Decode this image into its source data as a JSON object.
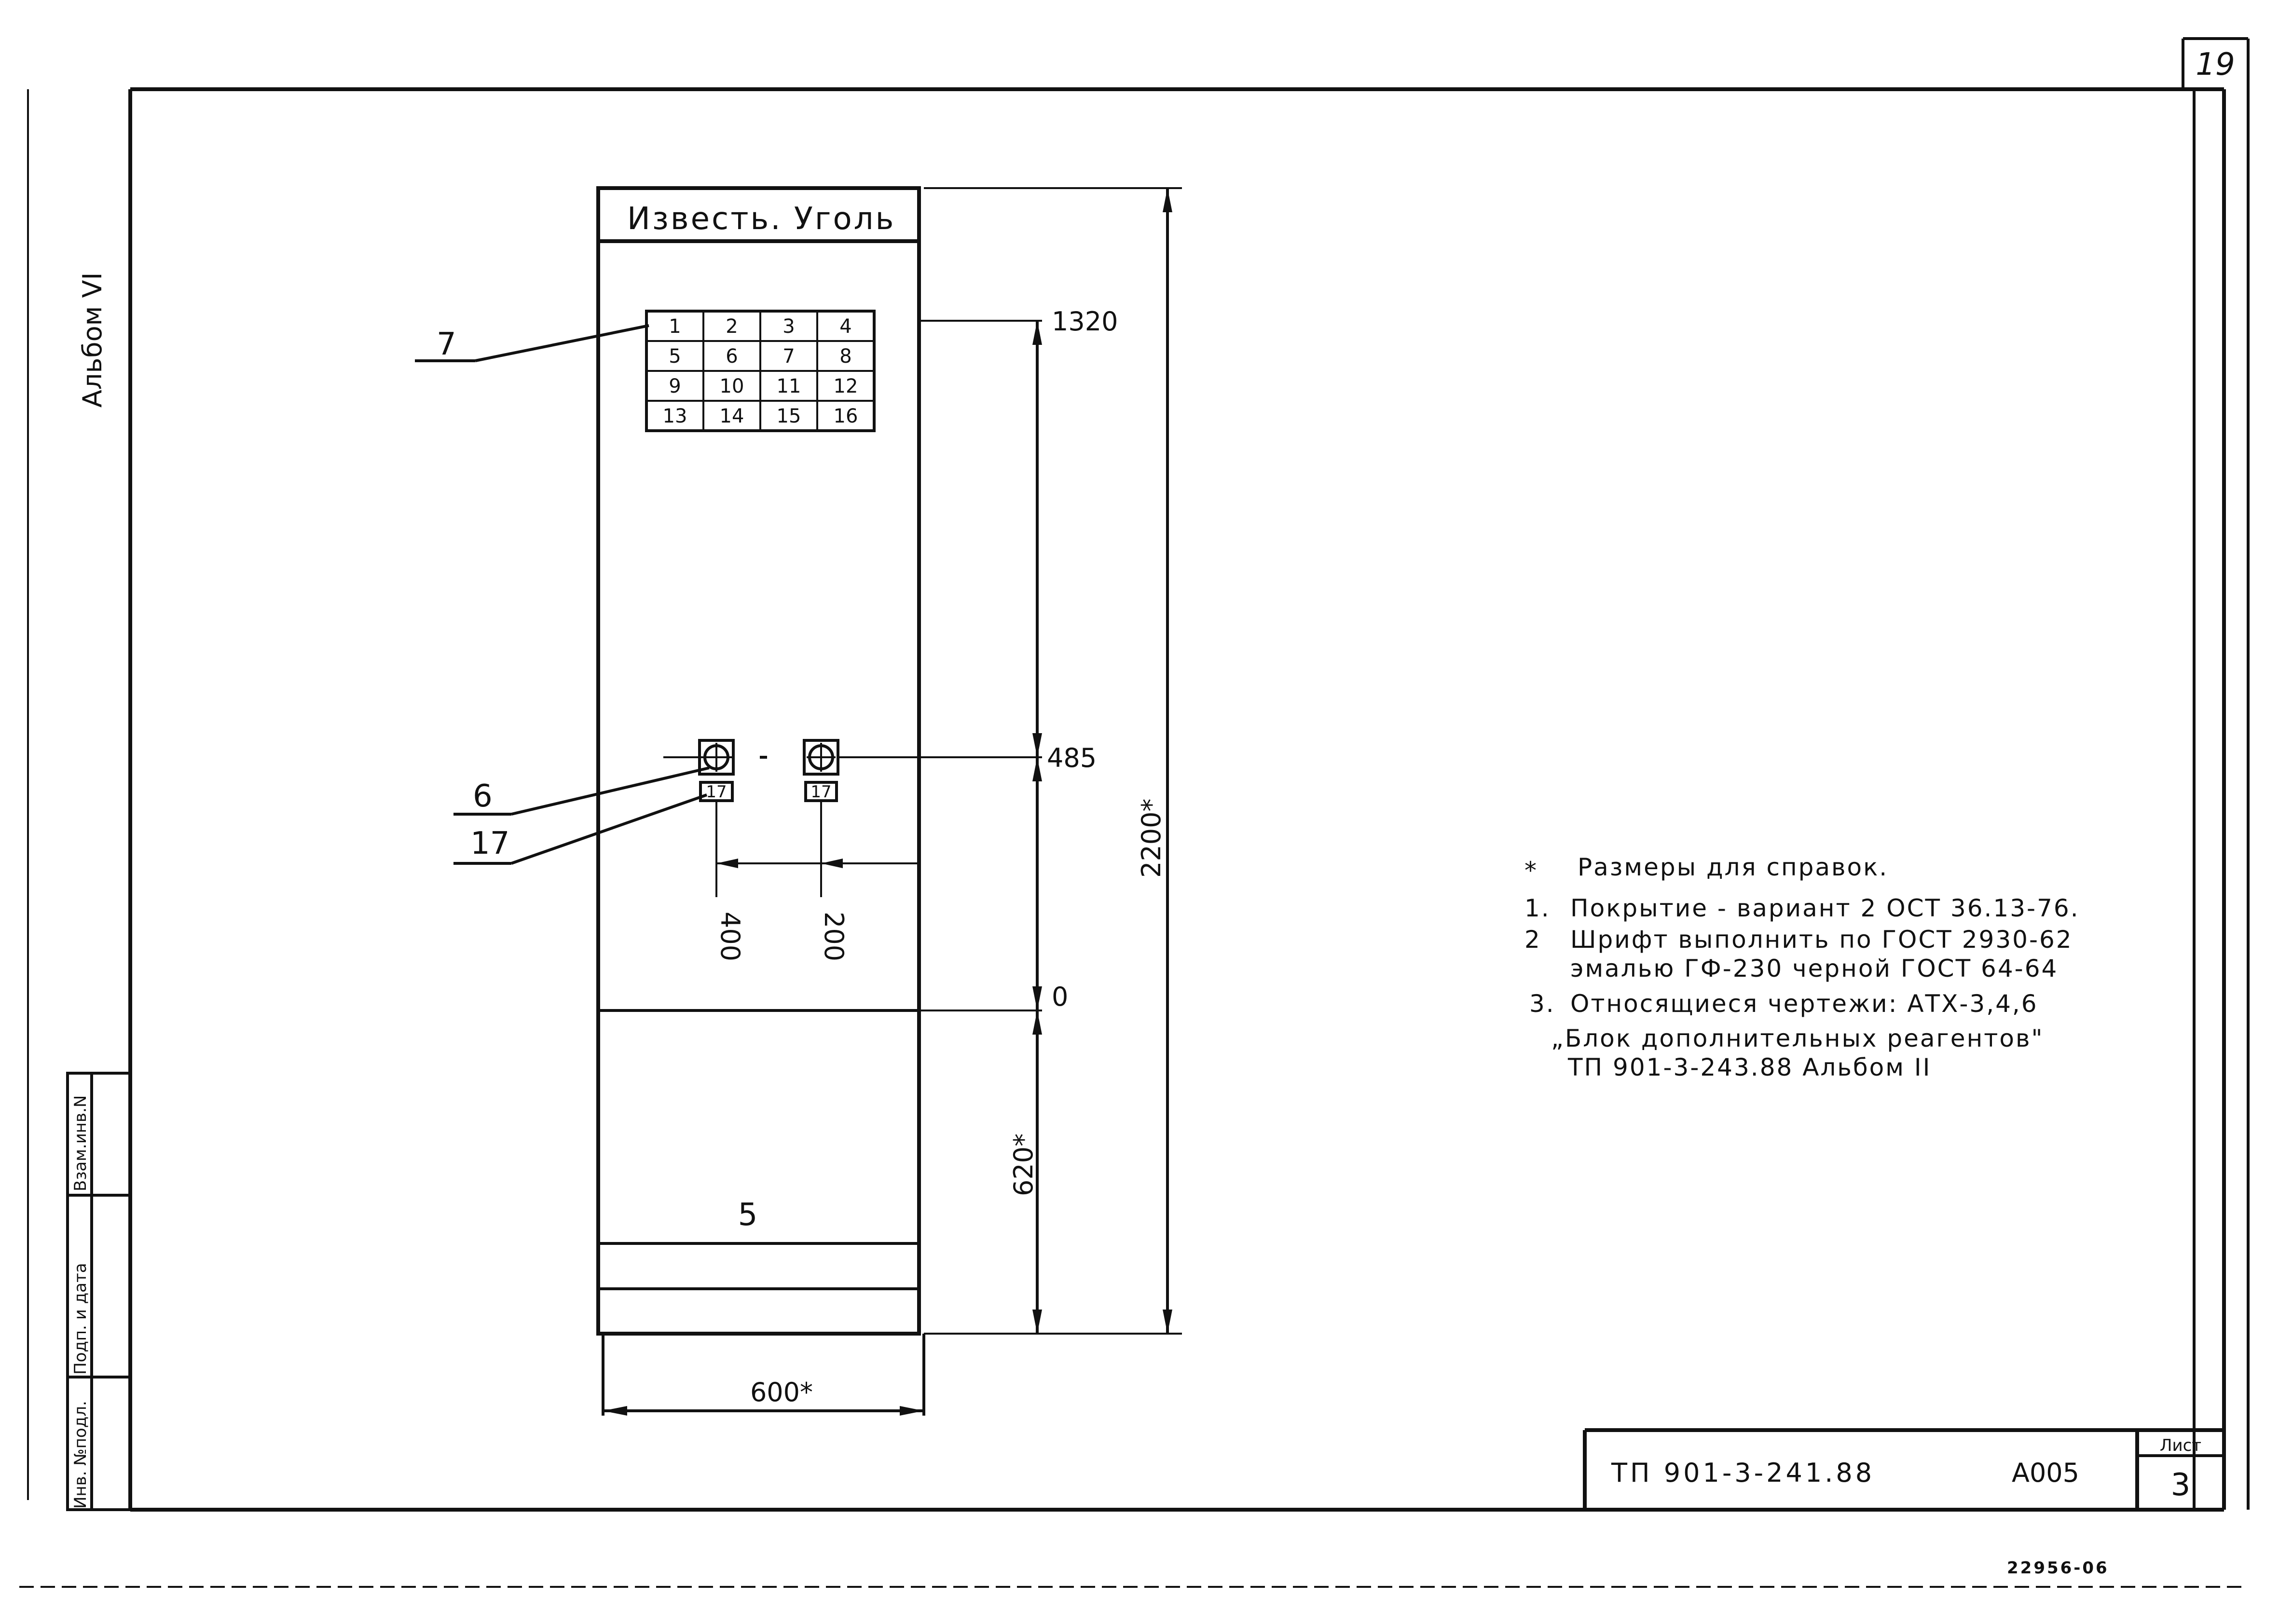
{
  "sheet": {
    "page_number": "19",
    "album_label": "Альбом VI",
    "bottom_code": "22956-06"
  },
  "side_stamp": {
    "col1": "Инв. №подл.",
    "col2": "Подп. и дата",
    "col3": "Взам.инв.N"
  },
  "panel": {
    "header": "Известь. Уголь",
    "grid_cells": [
      "1",
      "2",
      "3",
      "4",
      "5",
      "6",
      "7",
      "8",
      "9",
      "10",
      "11",
      "12",
      "13",
      "14",
      "15",
      "16"
    ],
    "leader_7": "7",
    "leader_6": "6",
    "leader_17": "17",
    "section_5": "5",
    "tag_left": "17",
    "tag_right": "17"
  },
  "dimensions": {
    "level_1320": "1320",
    "level_485": "485",
    "level_0": "0",
    "height_2200": "2200*",
    "height_620": "620*",
    "offset_400": "400",
    "offset_200": "200",
    "width_600": "600*"
  },
  "notes": {
    "star": "*",
    "star_text": "Размеры для справок.",
    "n1_num": "1.",
    "n1_text": "Покрытие - вариант 2 ОСТ 36.13-76.",
    "n2_num": "2",
    "n2_line1": "Шрифт выполнить по ГОСТ 2930-62",
    "n2_line2": "эмалью ГФ-230 черной ГОСТ 64-64",
    "n3_num": "3.",
    "n3_line1": "Относящиеся чертежи: АТХ-3,4,6",
    "n3_line2": "„Блок дополнительных реагентов\"",
    "n3_line3": "ТП 901-3-243.88 Альбом II"
  },
  "title_block": {
    "doc_code": "ТП 901-3-241.88",
    "sheet_code": "А005",
    "sheet_label": "Лист",
    "sheet_number": "3"
  }
}
